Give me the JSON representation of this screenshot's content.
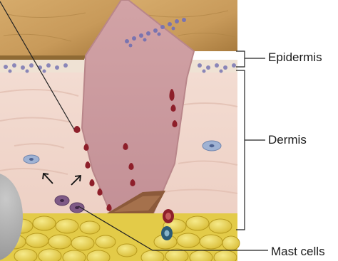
{
  "labels": {
    "epidermis": "Epidermis",
    "dermis": "Dermis",
    "mast_cells": "Mast cells"
  },
  "colors": {
    "background": "#ffffff",
    "wood": "#c89a5a",
    "wood_shadow": "#8f6a34",
    "epidermis_top": "#efe0cf",
    "epidermis_basal": "#8a86b8",
    "dermis": "#f1d6cc",
    "dermis_streak": "#e4c3b6",
    "wound": "#d9a7a8",
    "wound_edge": "#b9868a",
    "blood": "#8e1f2a",
    "fat": "#e7d24c",
    "fat_outline": "#b89b1f",
    "cell_blue": "#9fb2d3",
    "mast_cell": "#7f5a86",
    "leader_line": "#222222"
  },
  "icons": [
    "splinter",
    "blood-drop",
    "fat-cell",
    "mast-cell",
    "migration-arrow"
  ]
}
